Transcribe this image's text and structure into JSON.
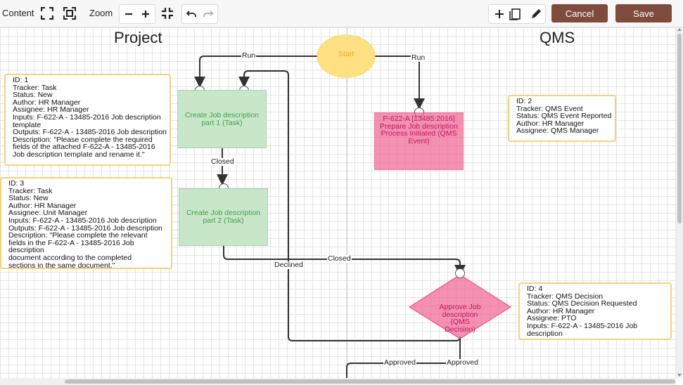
{
  "toolbar": {
    "content_label": "Content",
    "zoom_label": "Zoom",
    "cancel_label": "Cancel",
    "save_label": "Save",
    "icons": [
      "expand-icon",
      "fit-selection-icon",
      "zoom-out-icon",
      "zoom-in-icon",
      "collapse-icon",
      "undo-icon",
      "redo-icon",
      "add-icon",
      "add-page-icon",
      "pencil-icon"
    ]
  },
  "lanes": {
    "left": "Project",
    "right": "QMS"
  },
  "nodes": {
    "start": "Start",
    "task1": "Create Job description part 1 (Task)",
    "task2": "Create Job description part 2 (Task)",
    "event": "P-622-A [13485:2016] Prepare Job description Process Initiated (QMS Event)",
    "decision": "Approve Job description (QMS Decision)"
  },
  "edges": {
    "run_left": "Run",
    "run_right": "Run",
    "closed1": "Closed",
    "closed2": "Closed",
    "declined": "Declined",
    "approved1": "Approved",
    "approved2": "Approved"
  },
  "info": {
    "box1": [
      "ID: 1",
      "Tracker: Task",
      "Status: New",
      "Author: HR Manager",
      "Assignee: HR Manager",
      "Inputs: F-622-A - 13485-2016 Job description",
      "template",
      "Outputs: F-622-A - 13485-2016 Job description",
      "Description: \"Please complete the required",
      "fields of the attached F-622-A - 13485-2016",
      "Job description template and rename it.\""
    ],
    "box2": [
      "ID: 2",
      "Tracker: QMS Event",
      "Status: QMS Event Reported",
      "Author: HR Manager",
      "Assignee: QMS Manager"
    ],
    "box3": [
      "ID: 3",
      "Tracker: Task",
      "Status: New",
      "Author: HR Manager",
      "Assignee: Unit Manager",
      "Inputs: F-622-A - 13485-2016 Job description",
      "Outputs: F-622-A - 13485-2016 Job description",
      "Description: \"Please complete the relevant",
      "fields in the F-622-A - 13485-2016 Job description",
      "document according to the completed",
      "sections in the same document.\""
    ],
    "box4": [
      "ID: 4",
      "Tracker: QMS Decision",
      "Status: QMS Decision Requested",
      "Author: HR Manager",
      "Assignee: PTO",
      "Inputs: F-622-A - 13485-2016 Job description"
    ]
  },
  "colors": {
    "accent": "#7e4b3c",
    "task_fill": "#c8e6c9",
    "task_text": "#43a047",
    "event_fill": "#f06292",
    "start_fill": "#ffe082",
    "start_text": "#f5a623",
    "info_border": "#f3d27a"
  }
}
